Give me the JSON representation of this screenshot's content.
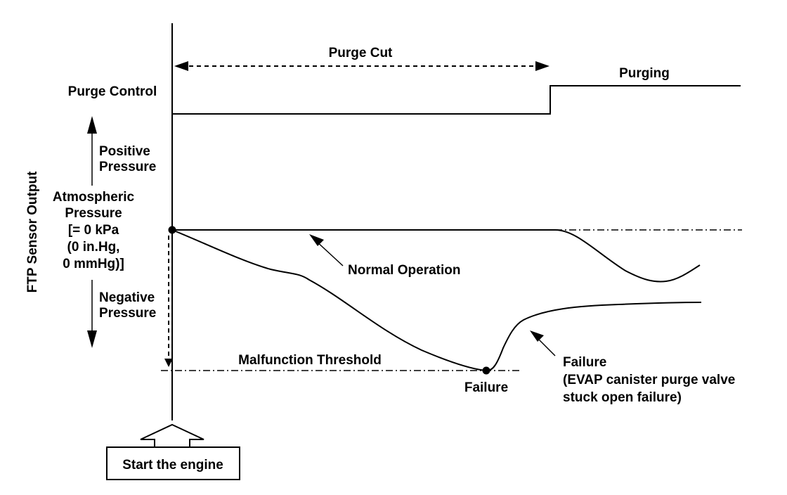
{
  "labels": {
    "purge_cut": "Purge Cut",
    "purging": "Purging",
    "purge_control": "Purge Control",
    "positive_1": "Positive",
    "positive_2": "Pressure",
    "atm_1": "Atmospheric",
    "atm_2": "Pressure",
    "atm_3": "[= 0 kPa",
    "atm_4": "(0 in.Hg,",
    "atm_5": "0 mmHg)]",
    "negative_1": "Negative",
    "negative_2": "Pressure",
    "y_axis": "FTP Sensor Output",
    "normal_operation": "Normal Operation",
    "malfunction_threshold": "Malfunction Threshold",
    "failure_point": "Failure",
    "failure_curve_1": "Failure",
    "failure_curve_2": "(EVAP canister purge valve",
    "failure_curve_3": "stuck open failure)",
    "start_engine": "Start the engine"
  }
}
